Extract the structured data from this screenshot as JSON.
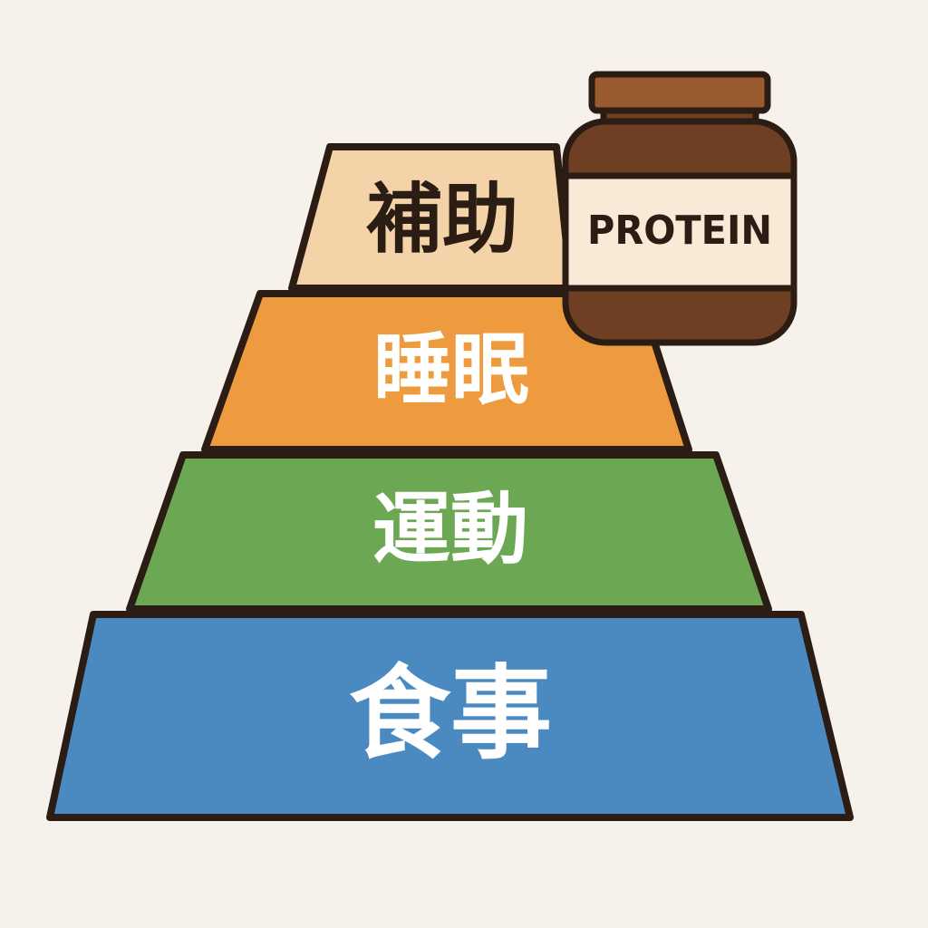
{
  "pyramid": {
    "tiers": [
      {
        "label": "補助",
        "fill": "#f4d3a8",
        "text_color": "#2b1d14"
      },
      {
        "label": "睡眠",
        "fill": "#ee9a3e",
        "text_color": "#ffffff"
      },
      {
        "label": "運動",
        "fill": "#6ca753",
        "text_color": "#ffffff"
      },
      {
        "label": "食事",
        "fill": "#4a8ac0",
        "text_color": "#ffffff"
      }
    ]
  },
  "jar": {
    "label": "PROTEIN",
    "lid_color": "#9a5a2f",
    "body_color": "#6e3f22",
    "label_bg": "#f8ead7"
  },
  "colors": {
    "background": "#f6f1ea",
    "outline": "#2b1d14"
  }
}
